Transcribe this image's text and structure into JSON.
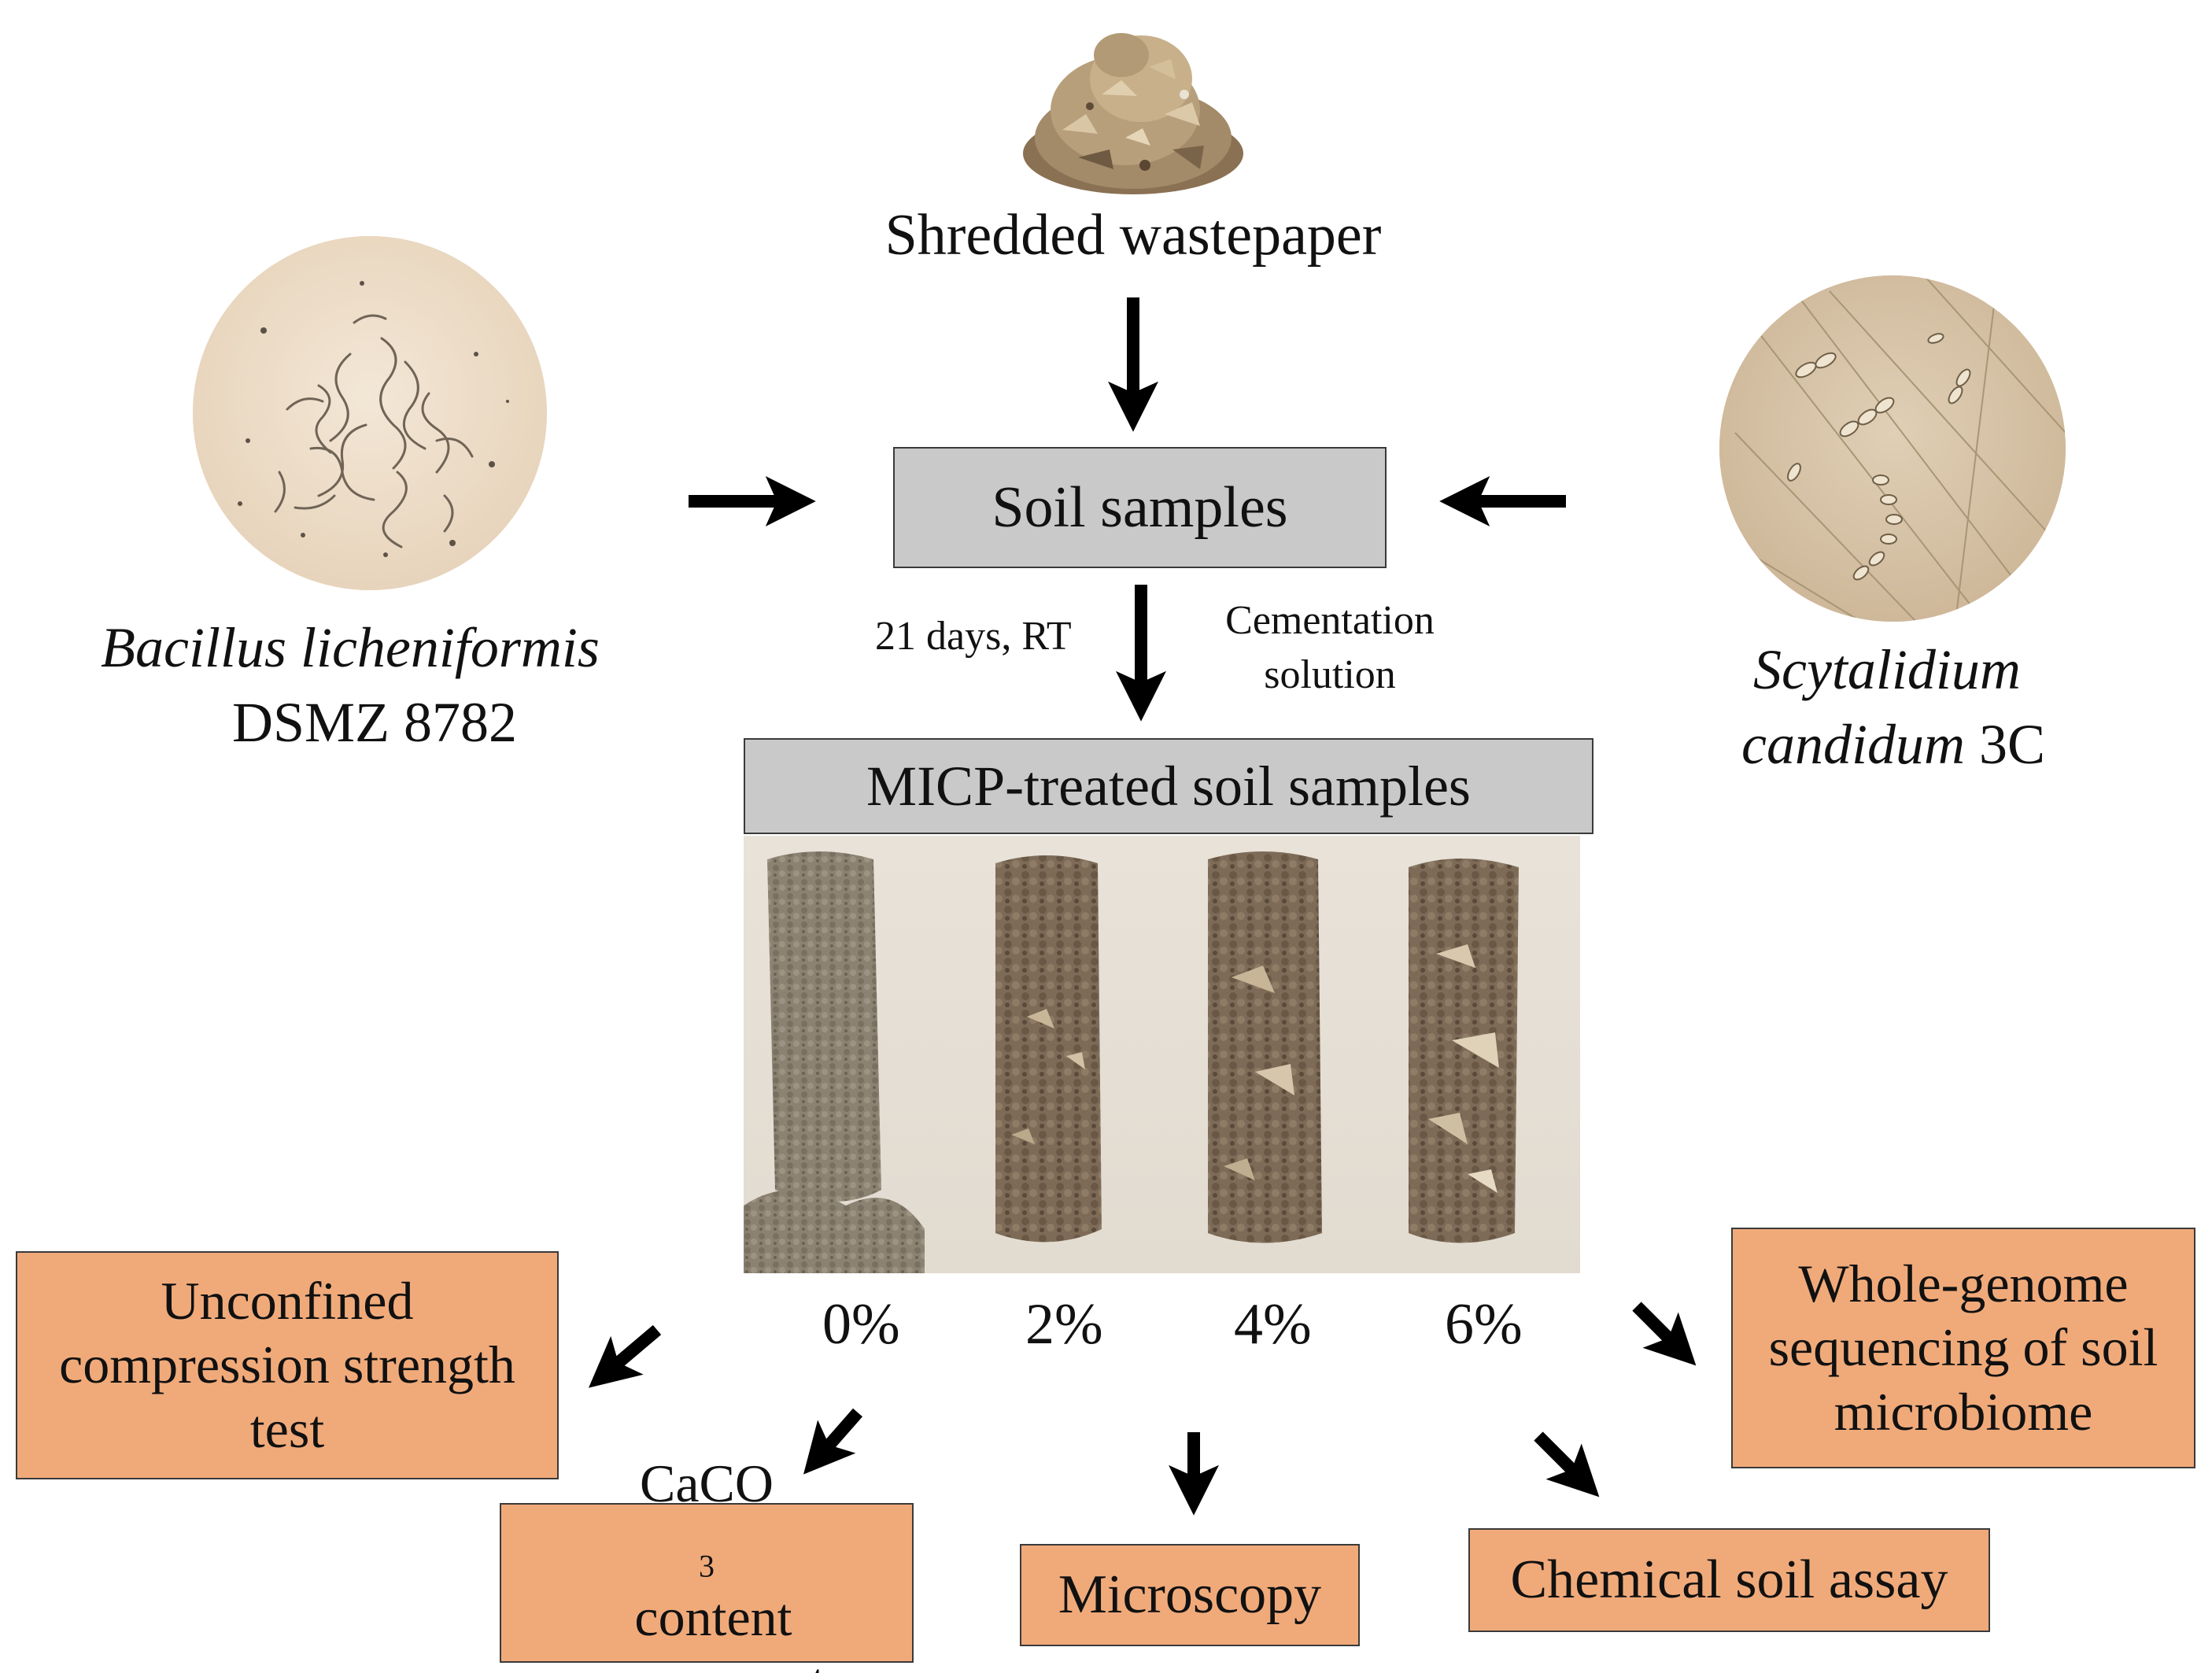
{
  "waste_paper": {
    "label": "Shredded wastepaper"
  },
  "bacillus": {
    "name_italic": "Bacillus licheniformis",
    "strain": "DSMZ 8782"
  },
  "scytalidium": {
    "genus_italic": "Scytalidium",
    "species_italic": "candidum",
    "strain": "3C"
  },
  "soil_samples": {
    "label": "Soil samples"
  },
  "treatment": {
    "left_note": "21 days, RT",
    "right_note_line1": "Cementation",
    "right_note_line2": "solution"
  },
  "micp": {
    "label": "MICP-treated soil samples",
    "percentages": [
      "0%",
      "2%",
      "4%",
      "6%"
    ]
  },
  "outputs": {
    "ucs": [
      "Unconfined",
      "compression strength",
      "test"
    ],
    "caco3": {
      "prefix": "CaCO",
      "subscript": "3",
      "suffix": " content",
      "line2": "assessment"
    },
    "microscopy": "Microscopy",
    "chemical": "Chemical soil assay",
    "wgs": [
      "Whole-genome",
      "sequencing of soil",
      "microbiome"
    ]
  },
  "colors": {
    "grey_box": "#c9c9c9",
    "orange_box": "#f0aa7a",
    "arrow": "#000000",
    "bacillus_bg": "#ecdcc7",
    "scytalidium_bg": "#d8c4a8"
  }
}
